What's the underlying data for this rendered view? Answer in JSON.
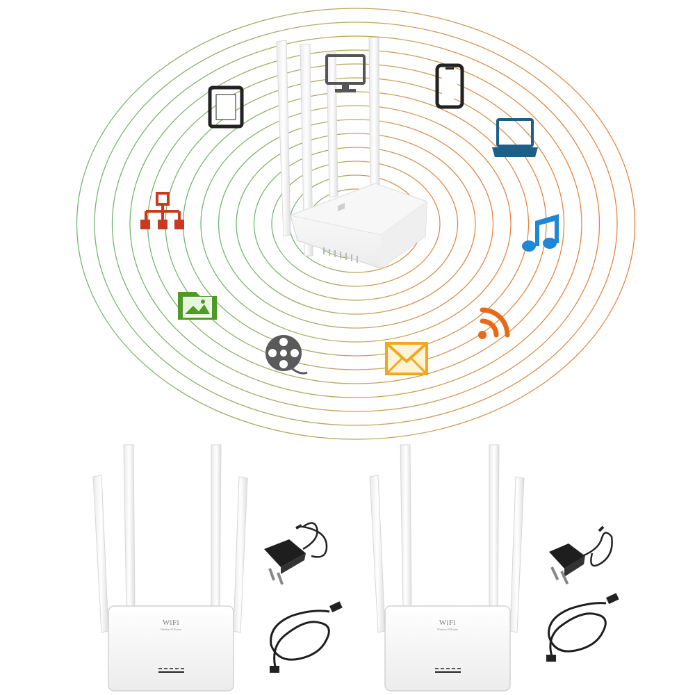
{
  "top_figure": {
    "router_brand": "",
    "icons": [
      {
        "name": "tablet-icon",
        "color": "#222222"
      },
      {
        "name": "monitor-icon",
        "color": "#555555"
      },
      {
        "name": "smartphone-icon",
        "color": "#222222"
      },
      {
        "name": "laptop-icon",
        "color": "#1f5f86"
      },
      {
        "name": "network-hierarchy-icon",
        "color": "#c8391f"
      },
      {
        "name": "music-note-icon",
        "color": "#1e88d6"
      },
      {
        "name": "image-folder-icon",
        "color": "#4e9a26"
      },
      {
        "name": "rss-feed-icon",
        "color": "#e86a17"
      },
      {
        "name": "film-reel-icon",
        "color": "#555555"
      },
      {
        "name": "mail-envelope-icon",
        "color": "#f0a81c"
      }
    ],
    "ring_colors": {
      "inner": "#e8933f",
      "outer": "#6fb86f"
    }
  },
  "products": [
    {
      "brand": "WiFi",
      "subtitle": "Wireless-N Router",
      "plug": "US plug adapter"
    },
    {
      "brand": "WiFi",
      "subtitle": "Wireless-N Router",
      "plug": "EU plug adapter"
    }
  ]
}
